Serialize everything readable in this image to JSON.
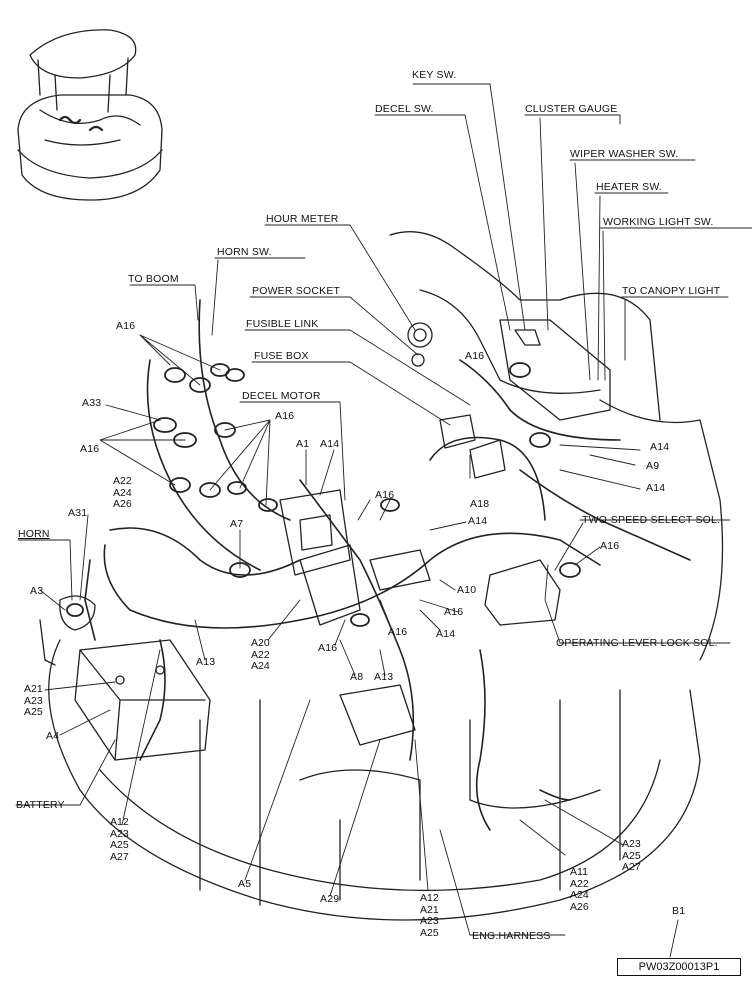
{
  "components": {
    "key_sw": "KEY SW.",
    "decel_sw": "DECEL SW.",
    "cluster_gauge": "CLUSTER GAUGE",
    "wiper_washer_sw": "WIPER WASHER SW.",
    "heater_sw": "HEATER SW.",
    "hour_meter": "HOUR METER",
    "working_light_sw": "WORKING LIGHT SW.",
    "horn_sw": "HORN SW.",
    "to_boom": "TO BOOM",
    "power_socket": "POWER SOCKET",
    "to_canopy_light": "TO CANOPY LIGHT",
    "fusible_link": "FUSIBLE LINK",
    "fuse_box": "FUSE BOX",
    "decel_motor": "DECEL MOTOR",
    "two_speed_select_sol": "TWO-SPEED SELECT SOL.",
    "horn": "HORN",
    "operating_lever_lock_sol": "OPERATING LEVER LOCK SOL.",
    "battery": "BATTERY",
    "eng_harness": "ENG.HARNESS"
  },
  "clamps": {
    "a16": "A16",
    "a33": "A33",
    "a1": "A1",
    "a14": "A14",
    "a9": "A9",
    "a18": "A18",
    "a7": "A7",
    "a31": "A31",
    "a3": "A3",
    "a10": "A10",
    "a13": "A13",
    "a8": "A8",
    "a4": "A4",
    "a5": "A5",
    "a29": "A29",
    "stack_a22_a24_a26": [
      "A22",
      "A24",
      "A26"
    ],
    "stack_a20_a22_a24": [
      "A20",
      "A22",
      "A24"
    ],
    "stack_a21_a23_a25": [
      "A21",
      "A23",
      "A25"
    ],
    "stack_a12_a23_a25_a27": [
      "A12",
      "A23",
      "A25",
      "A27"
    ],
    "stack_a23_a25_a27": [
      "A23",
      "A25",
      "A27"
    ],
    "stack_a11_a22_a24_a26": [
      "A11",
      "A22",
      "A24",
      "A26"
    ],
    "stack_a12_a21_a23_a25": [
      "A12",
      "A21",
      "A23",
      "A25"
    ]
  },
  "footer": {
    "view_ref": "B1",
    "drawing_code": "PW03Z00013P1"
  }
}
